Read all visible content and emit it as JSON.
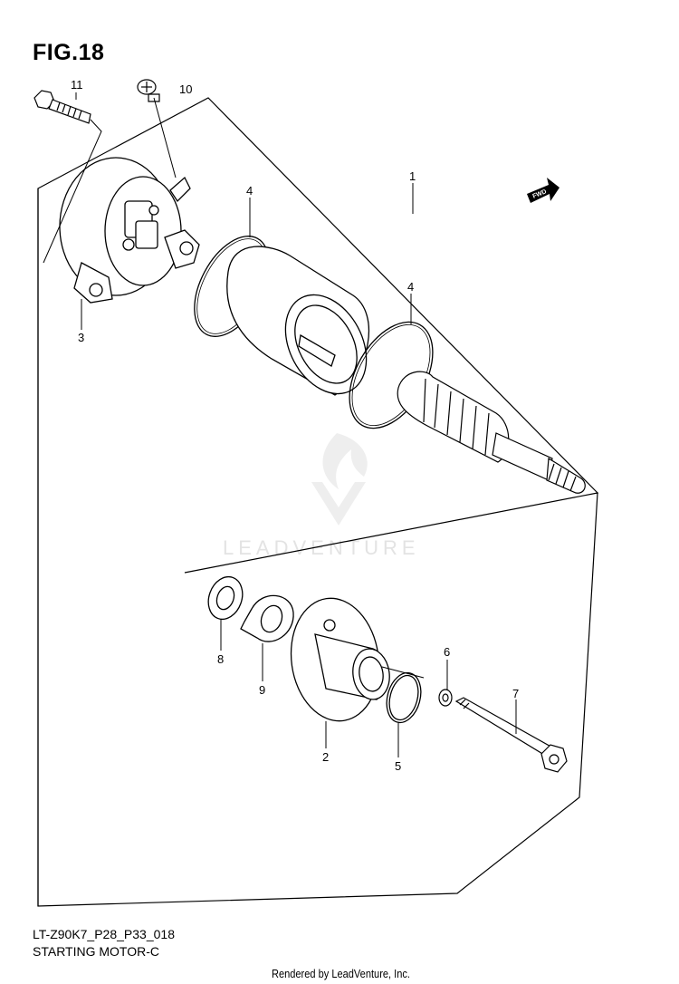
{
  "figure": {
    "title": "FIG.18",
    "code": "LT-Z90K7_P28_P33_018",
    "subtitle": "STARTING MOTOR-C"
  },
  "credit": "Rendered by LeadVenture, Inc.",
  "watermark": {
    "text": "LEADVENTURE"
  },
  "fwd_label": "FWD",
  "callouts": {
    "c1": "1",
    "c2": "2",
    "c3": "3",
    "c4a": "4",
    "c4b": "4",
    "c5": "5",
    "c6": "6",
    "c7": "7",
    "c8": "8",
    "c9": "9",
    "c10": "10",
    "c11": "11"
  },
  "colors": {
    "line": "#000000",
    "watermark": "#e3e3e3",
    "background": "#ffffff"
  }
}
